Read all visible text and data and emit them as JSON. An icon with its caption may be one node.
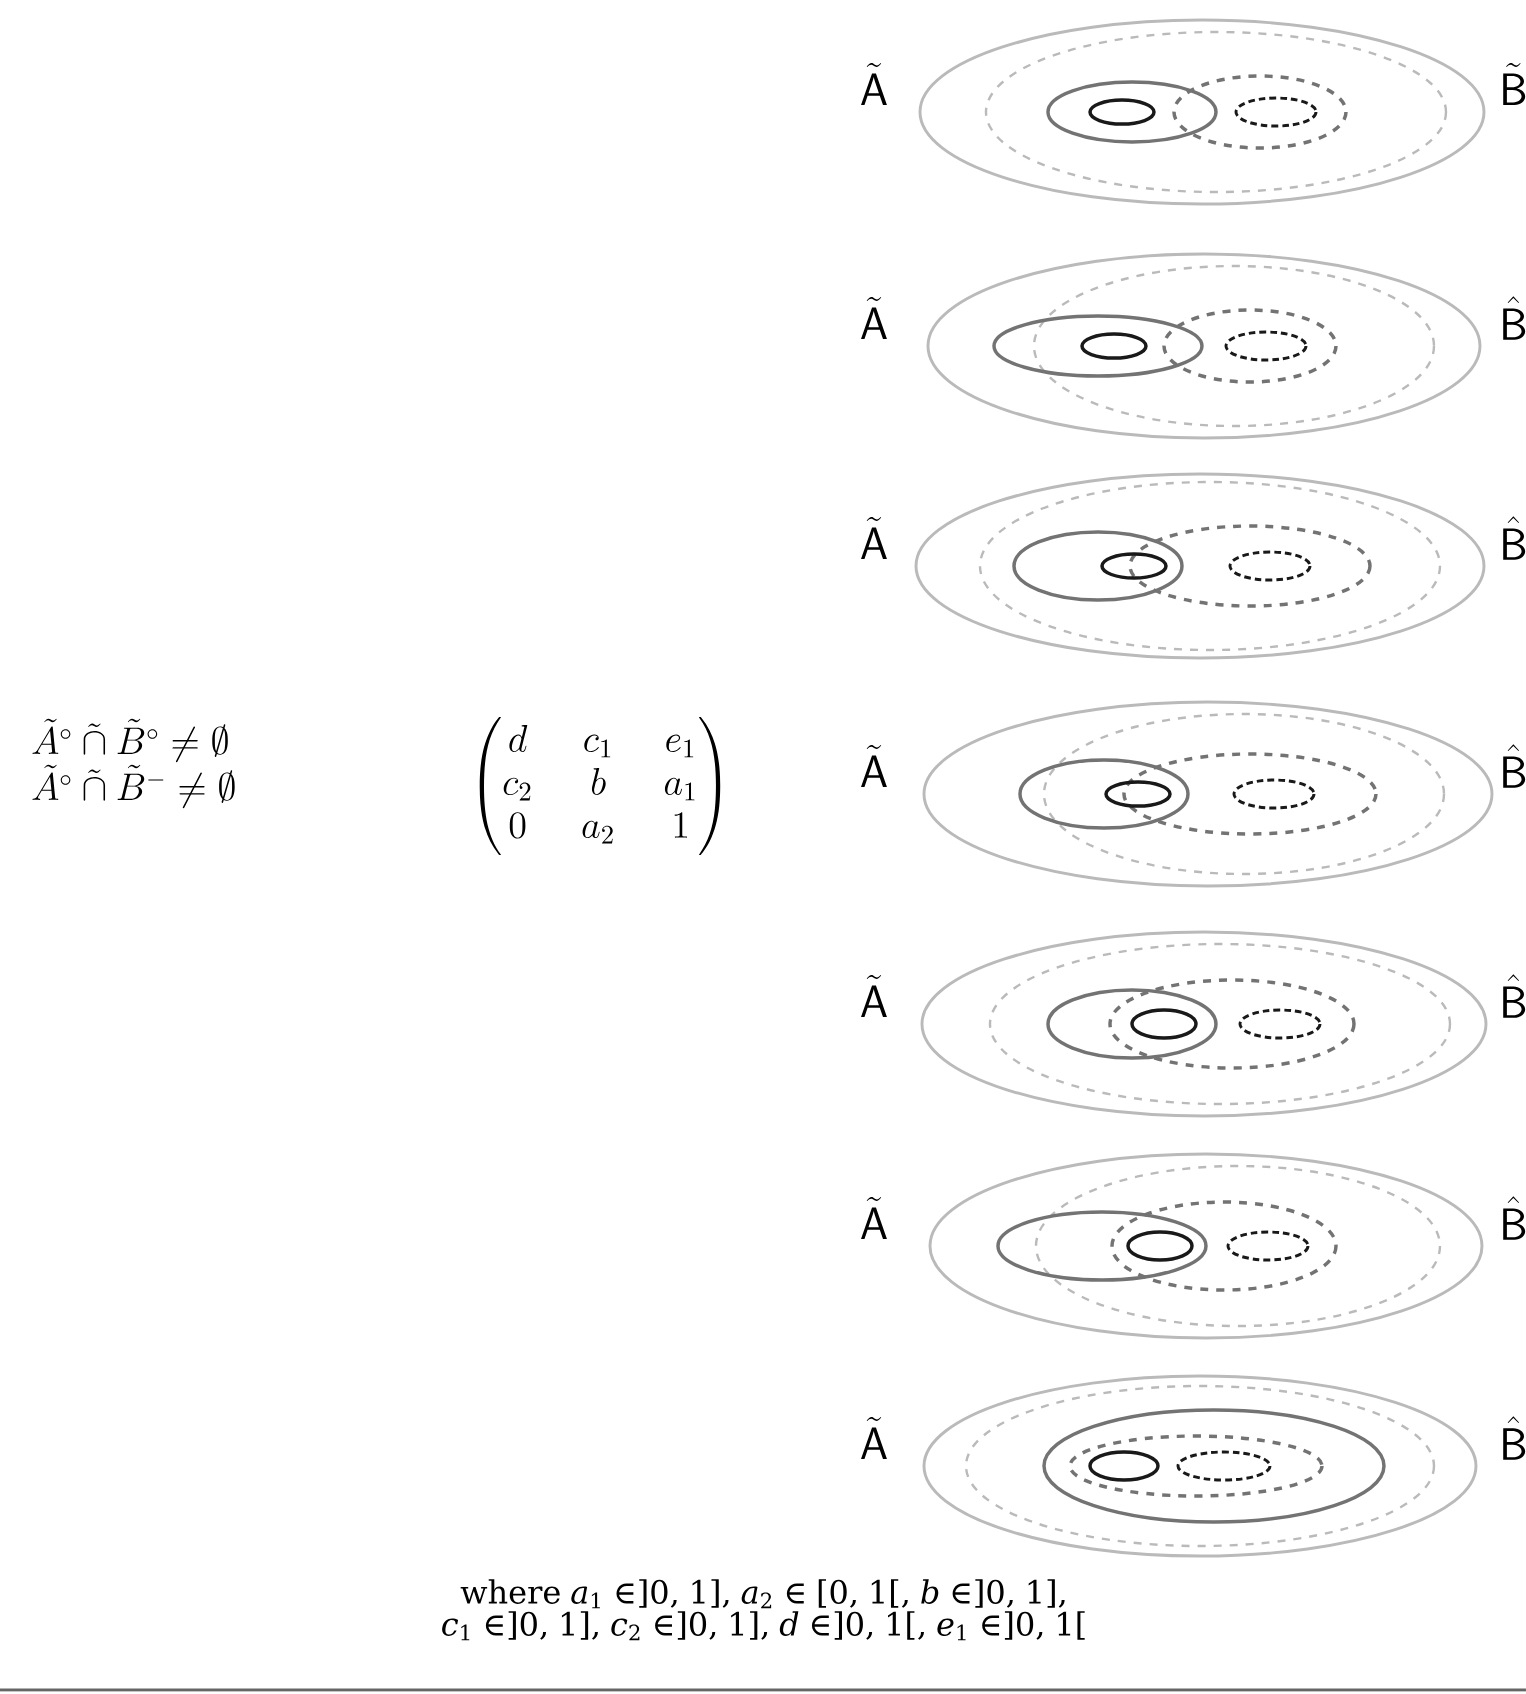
{
  "diagram": {
    "labels": [
      "\\tilde{\\mathsf{A}}",
      "\\tilde{\\mathsf{B}}",
      "\\tilde{\\mathsf{A}}",
      "\\hat{\\mathsf{B}}",
      "\\tilde{\\mathsf{A}}",
      "\\hat{\\mathsf{B}}",
      "\\tilde{A}^{\\circ}\\mathbin{\\tilde{\\cap}}\\tilde{B}^{\\circ} \\neq \\emptyset",
      "\\tilde{A}^{\\circ}\\mathbin{\\tilde{\\cap}}\\tilde{B}^{-} \\neq \\emptyset",
      "\\begin{pmatrix} d & c_1 & e_1 \\\\ c_2 & b & a_1 \\\\ 0 & a_2 & 1 \\end{pmatrix}",
      "\\tilde{\\mathsf{A}}",
      "\\hat{\\mathsf{B}}",
      "\\tilde{\\mathsf{A}}",
      "\\hat{\\mathsf{B}}",
      "\\tilde{\\mathsf{A}}",
      "\\hat{\\mathsf{B}}",
      "\\tilde{\\mathsf{A}}",
      "\\hat{\\mathsf{B}}"
    ],
    "caption": "where *a*$_{1}$ ∈]0, 1], *a*$_{2}$ ∈ [0, 1[, *b* ∈]0, 1], *c*$_{1}$ ∈]0, 1], *c*$_{2}$ ∈]0, 1], *d* ∈]0, 1[, *e*$_{1}$ ∈]0, 1["
  }
}
